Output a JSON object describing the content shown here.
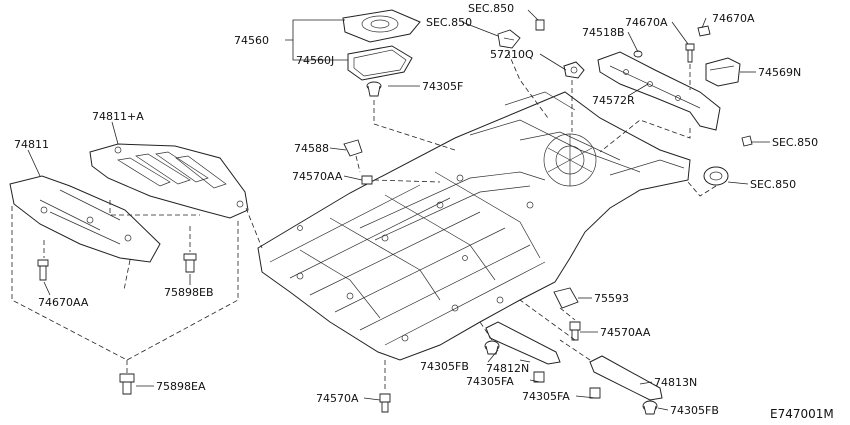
{
  "diagram_code": "E747001M",
  "labels": {
    "sec850_top": "SEC.850",
    "sec850_left": "SEC.850",
    "p74560": "74560",
    "p74560J": "74560J",
    "p74305F": "74305F",
    "p57210Q": "57210Q",
    "p74518B": "74518B",
    "p74670A_1": "74670A",
    "p74670A_2": "74670A",
    "p74569N": "74569N",
    "p74572R": "74572R",
    "sec850_r1": "SEC.850",
    "sec850_r2": "SEC.850",
    "p74811A": "74811+A",
    "p74811": "74811",
    "p74588": "74588",
    "p74570AA_1": "74570AA",
    "p74670AA": "74670AA",
    "p75898EB": "75898EB",
    "p75898EA": "75898EA",
    "p75593": "75593",
    "p74570AA_2": "74570AA",
    "p74305FB_1": "74305FB",
    "p74812N": "74812N",
    "p74305FA_1": "74305FA",
    "p74305FA_2": "74305FA",
    "p74813N": "74813N",
    "p74305FB_2": "74305FB",
    "p74570A": "74570A"
  }
}
